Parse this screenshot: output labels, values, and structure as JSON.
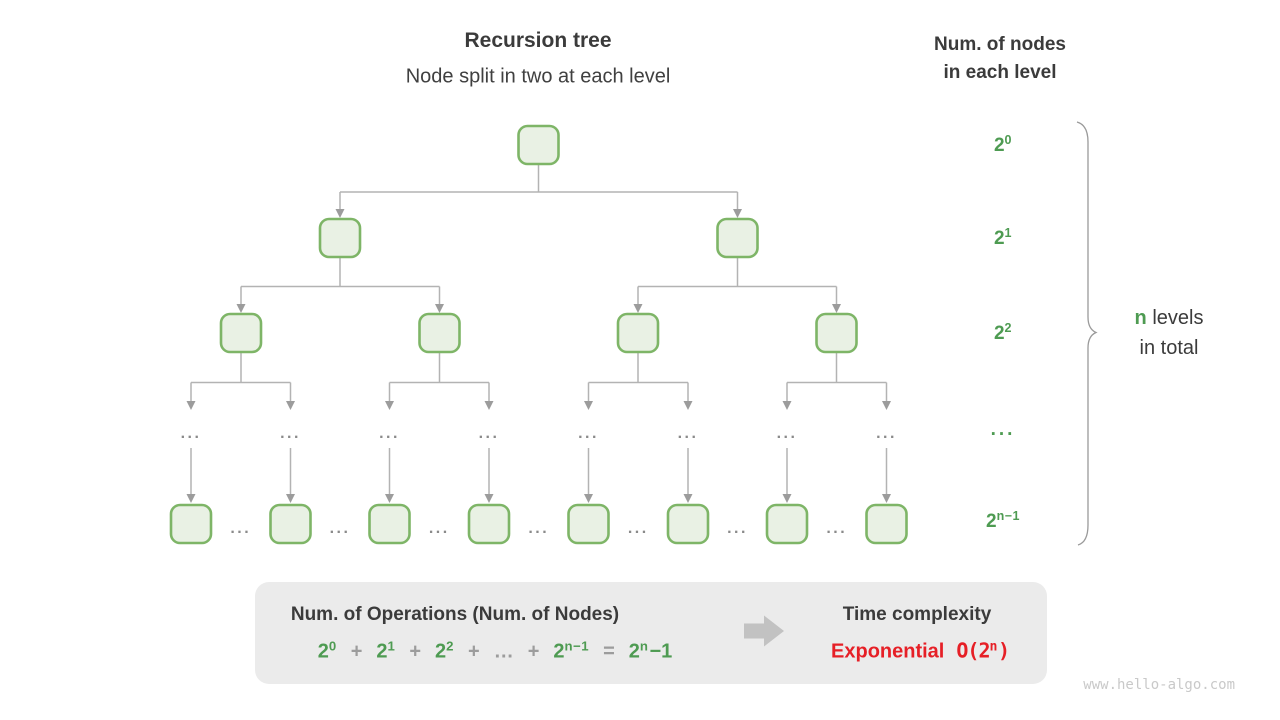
{
  "title": {
    "main": "Recursion tree",
    "subtitle": "Node split in two at each level"
  },
  "right_header": {
    "line1": "Num. of nodes",
    "line2": "in each level"
  },
  "level_labels": [
    {
      "base": "2",
      "sup": "0"
    },
    {
      "base": "2",
      "sup": "1"
    },
    {
      "base": "2",
      "sup": "2"
    },
    {
      "dots": "..."
    },
    {
      "base": "2",
      "sup": "n−1"
    }
  ],
  "brace_label": {
    "n": "n",
    "levels": " levels",
    "line2": "in total"
  },
  "tree": {
    "levels": [
      1,
      2,
      4,
      8,
      8
    ],
    "ellipsis": "...",
    "row_separator": "..."
  },
  "summary_box": {
    "operations_title": "Num. of Operations (Num. of Nodes)",
    "equation_tokens": [
      {
        "base": "2",
        "sup": "0",
        "color": "green"
      },
      {
        "base": "+",
        "color": "gray"
      },
      {
        "base": "2",
        "sup": "1",
        "color": "green"
      },
      {
        "base": "+",
        "color": "gray"
      },
      {
        "base": "2",
        "sup": "2",
        "color": "green"
      },
      {
        "base": "+",
        "color": "gray"
      },
      {
        "base": "…",
        "color": "gray"
      },
      {
        "base": "+",
        "color": "gray"
      },
      {
        "base": "2",
        "sup": "n−1",
        "color": "green"
      },
      {
        "base": "=",
        "color": "gray"
      },
      {
        "base": "2",
        "sup": "n",
        "color": "green"
      },
      {
        "base": "−1",
        "color": "green",
        "tight": true
      }
    ],
    "time_title": "Time complexity",
    "complexity_word": "Exponential",
    "complexity_o_prefix": "O(2",
    "complexity_o_sup": "n",
    "complexity_o_suffix": ")"
  },
  "watermark": "www.hello-algo.com",
  "colors": {
    "green_text": "#4e9b52",
    "red_text": "#e61f26",
    "dark_text": "#3b3b3b",
    "dark_text2": "#404040",
    "node_fill": "#e9f1e4",
    "node_border": "#7eb567",
    "line_gray": "#b3b3b3",
    "arrowhead_gray": "#9c9c9c",
    "ellipsis_gray": "#8a8a8a",
    "operator_gray": "#9c9c9c",
    "box_bg": "#ebebeb",
    "big_arrow_gray": "#c2c2c2",
    "brace_gray": "#9a9a9a",
    "watermark_gray": "#c9c9c9"
  }
}
